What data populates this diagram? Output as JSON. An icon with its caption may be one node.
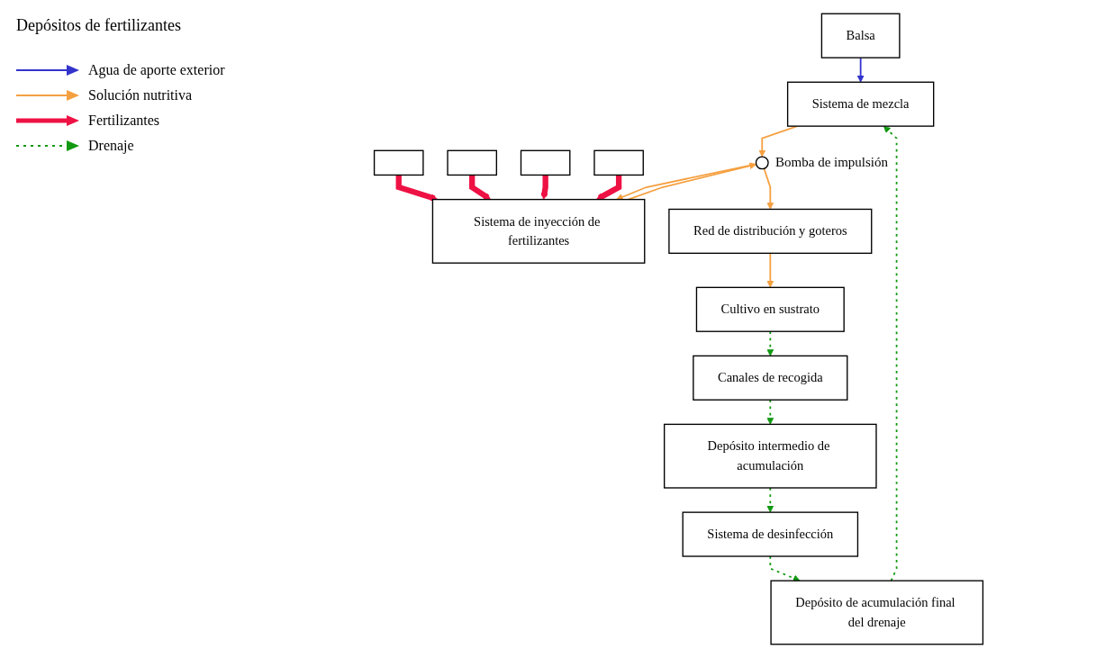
{
  "diagram": {
    "nodes": [
      {
        "text": [
          "Balsa"
        ]
      },
      {
        "text": [],
        "shape": "box"
      },
      {
        "text": [],
        "shape": "box"
      },
      {
        "text": [],
        "shape": "box"
      },
      {
        "text": [],
        "shape": "box"
      },
      {
        "text": [
          "Sistema de inyección de fertilizantes"
        ]
      },
      {
        "text": [
          "Sistema de mezcla"
        ]
      },
      {
        "text": [],
        "shape": "circle",
        "beside": [
          "Bomba de impulsión"
        ]
      },
      {
        "text": [
          "Red de distribución y goteros"
        ]
      },
      {
        "text": [
          "Cultivo en sustrato"
        ]
      },
      {
        "text": [
          "Canales de recogida"
        ]
      },
      {
        "text": [
          "Depósito intermedio de acumulación"
        ]
      },
      {
        "text": [
          "Sistema de desinfección"
        ]
      },
      {
        "text": [
          "Depósito de acumulación final del drenaje"
        ]
      }
    ],
    "edges": [
      {
        "from": 0,
        "to": 6,
        "arrow": "to",
        "color": "#3333cc"
      },
      {
        "from": 1,
        "to": 5,
        "arrow": "to",
        "style": "thick",
        "color": "#ee1144"
      },
      {
        "from": 2,
        "to": 5,
        "arrow": "to",
        "style": "thick",
        "color": "#ee1144"
      },
      {
        "from": 3,
        "to": 5,
        "arrow": "to",
        "style": "thick",
        "color": "#ee1144"
      },
      {
        "from": 4,
        "to": 5,
        "arrow": "to",
        "style": "thick",
        "color": "#ee1144"
      },
      {
        "from": 6,
        "to": 7,
        "arrow": "to",
        "color": "#f5a040"
      },
      {
        "from": 5,
        "to": 7,
        "arrow": "to",
        "color": "#f5a040"
      },
      {
        "from": 7,
        "to": 5,
        "arrow": "to",
        "color": "#f5a040"
      },
      {
        "from": 7,
        "to": 8,
        "arrow": "to",
        "color": "#f5a040"
      },
      {
        "from": 8,
        "to": 9,
        "arrow": "to",
        "color": "#f5a040"
      },
      {
        "from": 9,
        "to": 10,
        "arrow": "to",
        "style": "dashed",
        "color": "#119911"
      },
      {
        "from": 10,
        "to": 11,
        "arrow": "to",
        "style": "dashed",
        "color": "#119911"
      },
      {
        "from": 11,
        "to": 12,
        "arrow": "to",
        "style": "dashed",
        "color": "#119911"
      },
      {
        "from": 12,
        "to": 13,
        "arrow": "to",
        "style": "dashed",
        "color": "#119911"
      },
      {
        "from": 13,
        "to": 6,
        "arrow": "to",
        "style": "dashed",
        "color": "#119911"
      }
    ],
    "labels": [
      "Depósitos de fertilizantes"
    ],
    "legend": [
      {
        "text": "Agua de aporte exterior"
      },
      {
        "text": "Solución nutritiva"
      },
      {
        "text": "Fertilizantes"
      },
      {
        "text": "Drenaje"
      }
    ]
  }
}
